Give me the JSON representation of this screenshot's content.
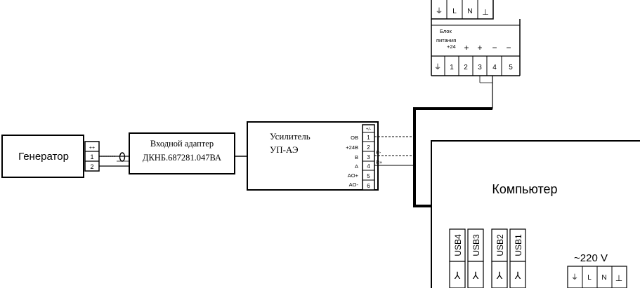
{
  "generator": {
    "title": "Генератор",
    "terminals": [
      "++",
      "1",
      "2"
    ]
  },
  "adapter": {
    "line1": "Входной адаптер",
    "line2": "ДКНБ.687281.047ВА"
  },
  "amplifier": {
    "line1": "Усилитель",
    "line2": "УП-АЭ",
    "pin_labels": [
      "OB",
      "+24В",
      "B",
      "A",
      "AO+",
      "AO-"
    ],
    "terminals": [
      "+/-",
      "1",
      "2",
      "3",
      "4",
      "5",
      "6"
    ],
    "wire_labels": [
      "R-",
      "R+"
    ]
  },
  "power_supply": {
    "top_terminals": [
      "⏚",
      "L",
      "N",
      "⊥"
    ],
    "label_line1": "Блок",
    "label_line2": "питания",
    "label_24": "+24",
    "signs": [
      "+",
      "+",
      "−",
      "−"
    ],
    "bottom_terminals": [
      "⏚",
      "1",
      "2",
      "3",
      "4",
      "5"
    ]
  },
  "computer": {
    "title": "Компьютер",
    "usb_ports": [
      "USB4",
      "USB3",
      "USB2",
      "USB1"
    ],
    "usb_symbol": "⅄",
    "power_label": "~220 V",
    "power_terminals": [
      "⏚",
      "L",
      "N",
      "⊥"
    ]
  }
}
